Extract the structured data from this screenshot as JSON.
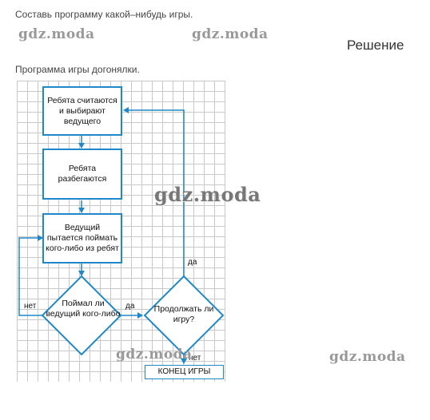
{
  "task": "Составь программу какой–нибудь игры.",
  "solution_title": "Решение",
  "subtitle": "Программа игры догонялки.",
  "watermark": "gdz.moda",
  "flowchart": {
    "step1": "Ребята считаются и выбирают ведущего",
    "step2": "Ребята разбегаются",
    "step3": "Ведущий пытается поймать кого-либо из ребят",
    "decision1": "Поймал ли ведущий кого-либо",
    "decision2": "Продолжать ли игру?",
    "no_label_1": "нет",
    "yes_label_1": "да",
    "yes_label_2": "да",
    "no_label_2": "нет",
    "end": "КОНЕЦ ИГРЫ"
  },
  "colors": {
    "line": "#1e88c8",
    "grid": "#c9c9c9"
  }
}
